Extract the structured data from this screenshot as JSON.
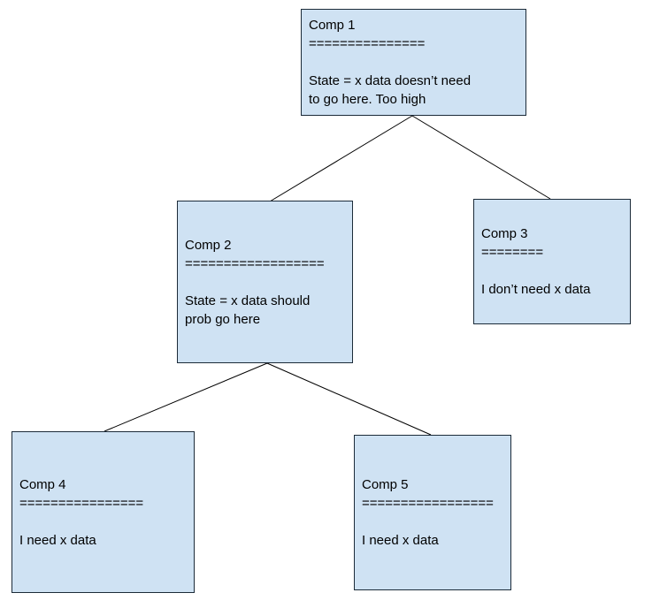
{
  "diagram": {
    "type": "component-tree",
    "background_color": "#ffffff",
    "node_fill_color": "#cfe2f3",
    "node_border_color": "#1c2b39",
    "text_color": "#000000",
    "edge_color": "#000000",
    "nodes": {
      "comp1": {
        "title": "Comp 1",
        "underline": "===============",
        "body": "State = x data doesn’t need\nto go here. Too high"
      },
      "comp2": {
        "title": "Comp 2",
        "underline": "==================",
        "body": "State = x data should\nprob go here"
      },
      "comp3": {
        "title": "Comp 3",
        "underline": "========",
        "body": "I don’t need x data"
      },
      "comp4": {
        "title": "Comp 4",
        "underline": "================",
        "body": "I need x data"
      },
      "comp5": {
        "title": "Comp 5",
        "underline": "=================",
        "body": "I need x data"
      }
    },
    "edges": [
      {
        "from": "comp1",
        "to": "comp2"
      },
      {
        "from": "comp1",
        "to": "comp3"
      },
      {
        "from": "comp2",
        "to": "comp4"
      },
      {
        "from": "comp2",
        "to": "comp5"
      }
    ]
  }
}
